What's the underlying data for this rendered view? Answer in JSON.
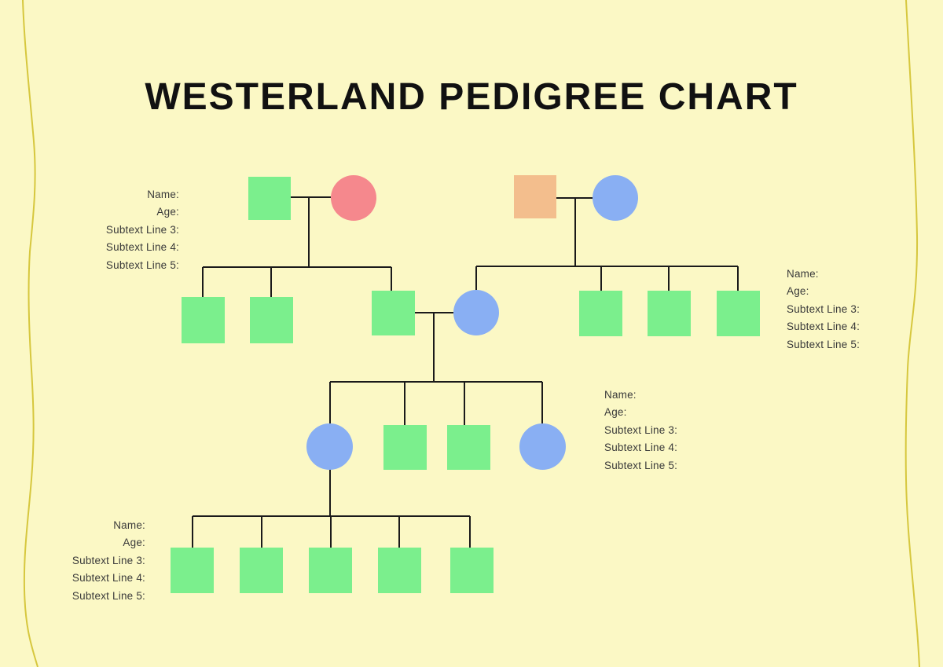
{
  "title": "WESTERLAND PEDIGREE CHART",
  "colors": {
    "bg": "#FBF8C5",
    "title-text": "#111111",
    "label-text": "#3a3a3a",
    "connector": "#1a1a1a",
    "decorative-line": "#d6c73e",
    "shape-green": "#7BEF8D",
    "shape-pink": "#F5888D",
    "shape-orange": "#F3BE8D",
    "shape-blue": "#89AFF3"
  },
  "annotation_blocks": [
    {
      "id": "gen1-left",
      "align": "right",
      "lines": [
        "Name:",
        "Age:",
        "Subtext Line 3:",
        "Subtext Line 4:",
        "Subtext Line 5:"
      ]
    },
    {
      "id": "gen2-right",
      "align": "left",
      "lines": [
        "Name:",
        "Age:",
        "Subtext Line 3:",
        "Subtext Line 4:",
        "Subtext Line 5:"
      ]
    },
    {
      "id": "gen3-right",
      "align": "left",
      "lines": [
        "Name:",
        "Age:",
        "Subtext Line 3:",
        "Subtext Line 4:",
        "Subtext Line 5:"
      ]
    },
    {
      "id": "gen4-left",
      "align": "right",
      "lines": [
        "Name:",
        "Age:",
        "Subtext Line 3:",
        "Subtext Line 4:",
        "Subtext Line 5:"
      ]
    }
  ],
  "pedigree": {
    "generations": 4,
    "legend_note": "square = male, circle = female",
    "members": [
      {
        "id": "gen1-left-male",
        "generation": 1,
        "shape": "square",
        "color": "green"
      },
      {
        "id": "gen1-left-female",
        "generation": 1,
        "shape": "circle",
        "color": "pink"
      },
      {
        "id": "gen1-right-male",
        "generation": 1,
        "shape": "square",
        "color": "orange"
      },
      {
        "id": "gen1-right-female",
        "generation": 1,
        "shape": "circle",
        "color": "blue"
      },
      {
        "id": "gen2-child1-male",
        "generation": 2,
        "shape": "square",
        "color": "green"
      },
      {
        "id": "gen2-child2-male",
        "generation": 2,
        "shape": "square",
        "color": "green"
      },
      {
        "id": "gen2-child3-male",
        "generation": 2,
        "shape": "square",
        "color": "green"
      },
      {
        "id": "gen2-child4-female",
        "generation": 2,
        "shape": "circle",
        "color": "blue"
      },
      {
        "id": "gen2-child5-male",
        "generation": 2,
        "shape": "square",
        "color": "green"
      },
      {
        "id": "gen2-child6-male",
        "generation": 2,
        "shape": "square",
        "color": "green"
      },
      {
        "id": "gen2-child7-male",
        "generation": 2,
        "shape": "square",
        "color": "green"
      },
      {
        "id": "gen3-child1-female",
        "generation": 3,
        "shape": "circle",
        "color": "blue"
      },
      {
        "id": "gen3-child2-male",
        "generation": 3,
        "shape": "square",
        "color": "green"
      },
      {
        "id": "gen3-child3-male",
        "generation": 3,
        "shape": "square",
        "color": "green"
      },
      {
        "id": "gen3-child4-female",
        "generation": 3,
        "shape": "circle",
        "color": "blue"
      },
      {
        "id": "gen4-child1-male",
        "generation": 4,
        "shape": "square",
        "color": "green"
      },
      {
        "id": "gen4-child2-male",
        "generation": 4,
        "shape": "square",
        "color": "green"
      },
      {
        "id": "gen4-child3-male",
        "generation": 4,
        "shape": "square",
        "color": "green"
      },
      {
        "id": "gen4-child4-male",
        "generation": 4,
        "shape": "square",
        "color": "green"
      },
      {
        "id": "gen4-child5-male",
        "generation": 4,
        "shape": "square",
        "color": "green"
      }
    ],
    "families": [
      {
        "parents": [
          "gen1-left-male",
          "gen1-left-female"
        ],
        "children": [
          "gen2-child1-male",
          "gen2-child2-male",
          "gen2-child3-male"
        ]
      },
      {
        "parents": [
          "gen1-right-male",
          "gen1-right-female"
        ],
        "children": [
          "gen2-child4-female",
          "gen2-child5-male",
          "gen2-child6-male",
          "gen2-child7-male"
        ]
      },
      {
        "parents": [
          "gen2-child3-male",
          "gen2-child4-female"
        ],
        "children": [
          "gen3-child1-female",
          "gen3-child2-male",
          "gen3-child3-male",
          "gen3-child4-female"
        ]
      },
      {
        "parents": [
          "gen3-child1-female"
        ],
        "children": [
          "gen4-child1-male",
          "gen4-child2-male",
          "gen4-child3-male",
          "gen4-child4-male",
          "gen4-child5-male"
        ]
      }
    ]
  }
}
